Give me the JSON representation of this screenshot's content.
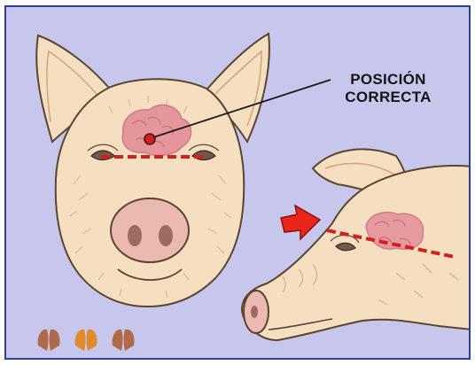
{
  "label": {
    "line1": "POSICIÓN",
    "line2": "CORRECTA"
  },
  "colors": {
    "background": "#c7c7ee",
    "border": "#2b3f97",
    "skin": "#f6dfc0",
    "outline": "#5a4530",
    "snout": "#e9b9b2",
    "brain": "#e48f9a",
    "marker": "#d41f1f",
    "arrow": "#e8261c"
  },
  "icons": [
    "pointer-arrow-icon",
    "hoof-icon-brown",
    "hoof-icon-orange",
    "hoof-icon-brown"
  ]
}
